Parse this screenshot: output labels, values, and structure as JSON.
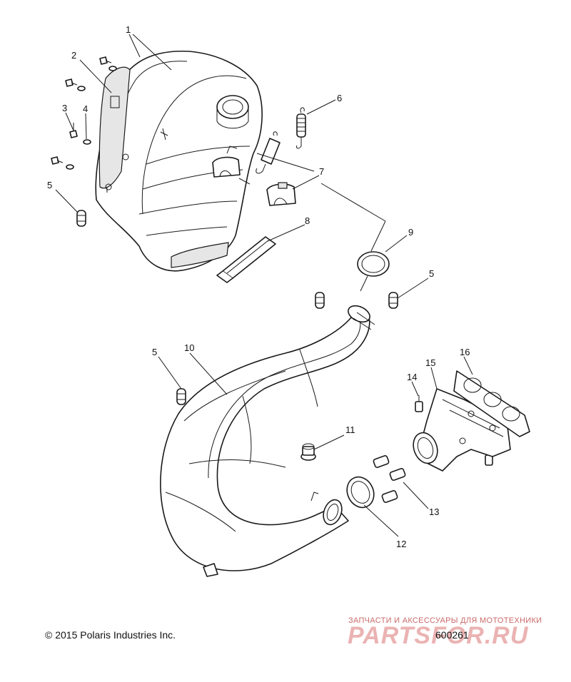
{
  "diagram": {
    "callouts": {
      "c1": "1",
      "c2": "2",
      "c3": "3",
      "c4": "4",
      "c5a": "5",
      "c5b": "5",
      "c5c": "5",
      "c6": "6",
      "c7": "7",
      "c8": "8",
      "c9": "9",
      "c10": "10",
      "c11": "11",
      "c12": "12",
      "c13": "13",
      "c14": "14",
      "c15": "15",
      "c16": "16"
    }
  },
  "footer": {
    "copyright": "© 2015 Polaris Industries Inc.",
    "drawing_number": "600261"
  },
  "watermark": {
    "tagline": "ЗАПЧАСТИ И АКСЕССУАРЫ ДЛЯ МОТОТЕХНИКИ",
    "logo_text": "PARTSFOR.RU"
  }
}
